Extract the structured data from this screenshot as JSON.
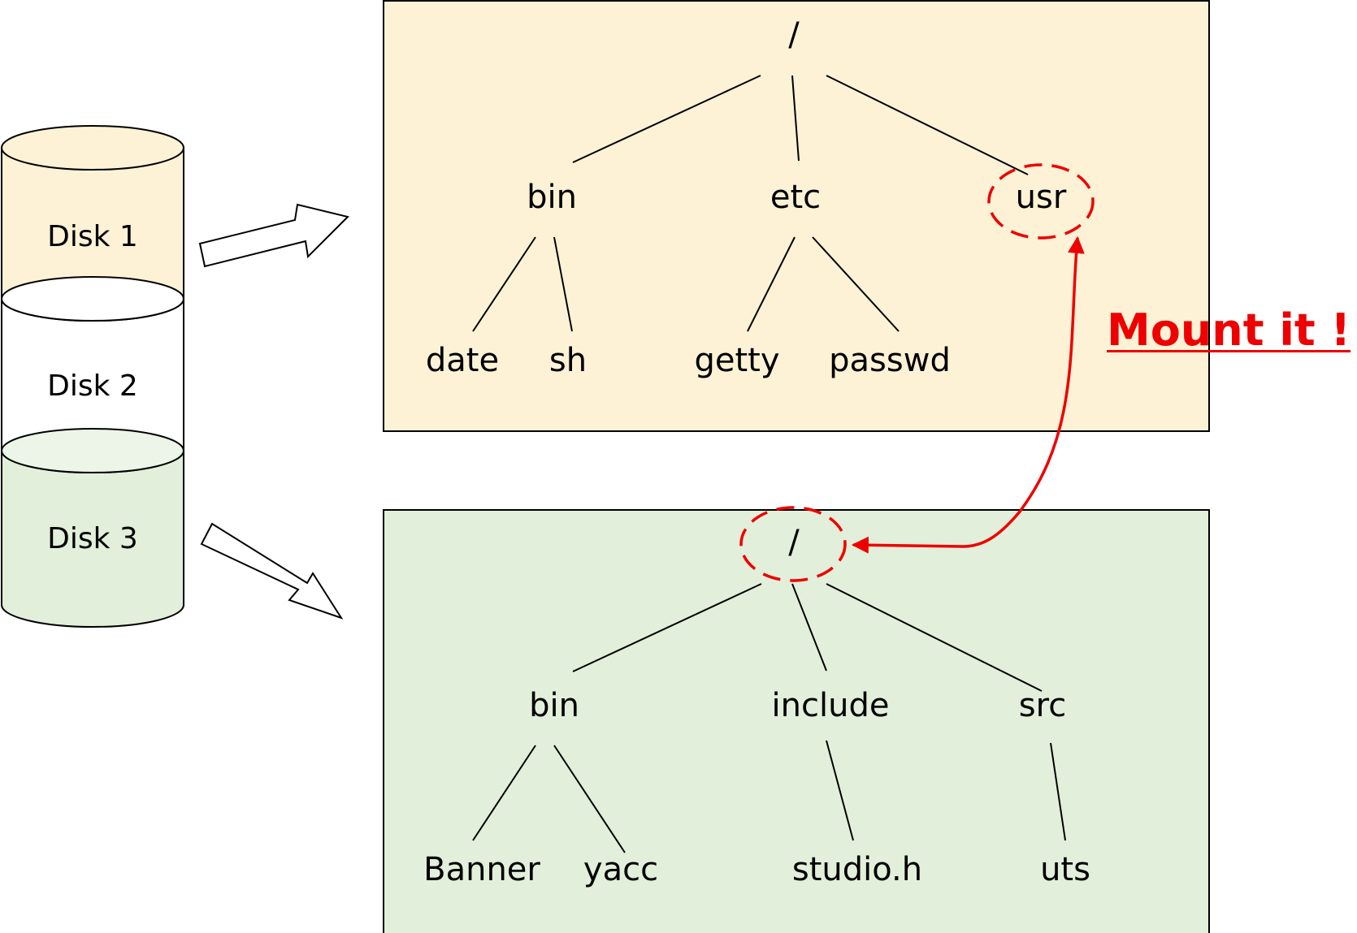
{
  "colors": {
    "disk1_fill": "#fdf2d6",
    "disk2_fill": "#ffffff",
    "disk3_fill": "#e2efda",
    "top_box_fill": "#fdf2d6",
    "bottom_box_fill": "#e2efda",
    "line": "#000000",
    "accent": "#ee0000"
  },
  "disks": [
    {
      "label": "Disk 1"
    },
    {
      "label": "Disk 2"
    },
    {
      "label": "Disk 3"
    }
  ],
  "top_tree": {
    "root": "/",
    "nodes": {
      "bin": "bin",
      "etc": "etc",
      "usr": "usr",
      "date": "date",
      "sh": "sh",
      "getty": "getty",
      "passwd": "passwd"
    }
  },
  "bottom_tree": {
    "root": "/",
    "nodes": {
      "bin": "bin",
      "include": "include",
      "src": "src",
      "banner": "Banner",
      "yacc": "yacc",
      "studio": "studio.h",
      "uts": "uts"
    }
  },
  "mount_label": "Mount it !"
}
